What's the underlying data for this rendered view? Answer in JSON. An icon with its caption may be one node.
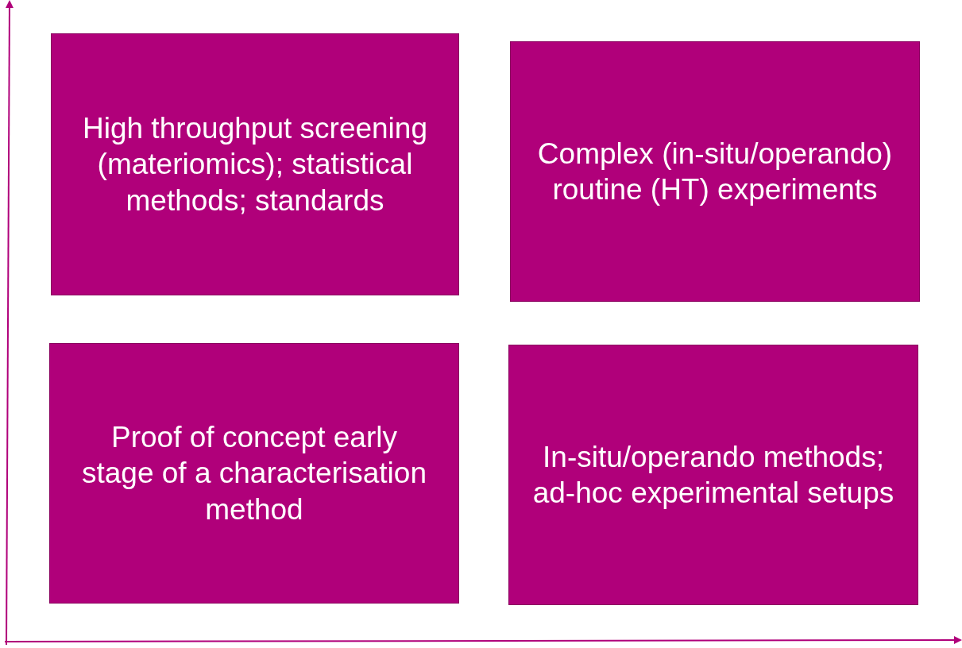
{
  "diagram": {
    "nodes": [
      {
        "text": [
          "High throughput screening (materiomics); statistical methods; standards"
        ]
      },
      {
        "text": [
          "Complex (in-situ/operando) routine (HT) experiments"
        ]
      },
      {
        "text": [
          "Proof of concept early stage of a characterisation method"
        ]
      },
      {
        "text": [
          "In-situ/operando methods; ad-hoc experimental setups"
        ]
      }
    ]
  }
}
